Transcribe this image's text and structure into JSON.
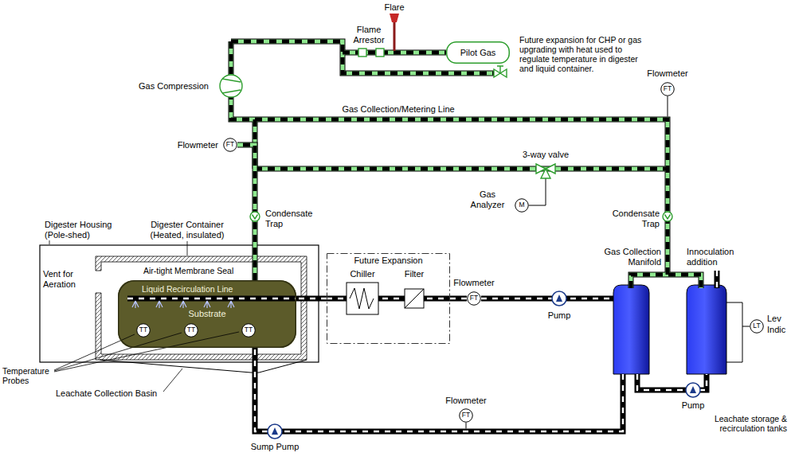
{
  "diagram": {
    "nodes": [
      {
        "text": [
          "Pilot Gas"
        ]
      },
      {
        "text": [
          "FT"
        ]
      },
      {
        "text": [
          "FT"
        ]
      },
      {
        "text": [
          "M"
        ]
      },
      {
        "text": [
          "Substrate"
        ]
      },
      {
        "text": [
          "TT"
        ],
        "in": 4
      },
      {
        "text": [
          "TT"
        ],
        "in": 4
      },
      {
        "text": [
          "TT"
        ],
        "in": 4
      },
      {
        "text": [
          "Future Expansion"
        ]
      },
      {
        "text": [
          "FT"
        ]
      },
      {
        "text": [
          "FT"
        ]
      },
      {
        "text": [
          "LT"
        ]
      }
    ],
    "edges": [
      {
        "from": 4,
        "to": 2,
        "arrow": "none"
      },
      {
        "from": 9,
        "to": 8,
        "arrow": "none"
      },
      {
        "from": 8,
        "to": 4,
        "arrow": "none"
      }
    ],
    "labels": [
      "Flare",
      "Flame Arrestor",
      "Future expansion for CHP or gas upgrading with heat used to regulate temperature in digester and liquid container.",
      "Flowmeter",
      "Gas Compression",
      "Gas Collection/Metering Line",
      "Flowmeter",
      "3-way valve",
      "Gas Analyzer",
      "Condensate Trap",
      "Condensate Trap",
      "Digester Housing (Pole-shed)",
      "Digester Container (Heated, insulated)",
      "Vent for Aeration",
      "Air-tight Membrane Seal",
      "Liquid Recirculation Line",
      "Chiller",
      "Filter",
      "Flowmeter",
      "Gas Collection Manifold",
      "Innoculation addition",
      "Pump",
      "Lev",
      "Indic",
      "Temperature Probes",
      "Leachate Collection Basin",
      "Flowmeter",
      "Sump Pump",
      "Pump",
      "Leachate storage & recirculation tanks"
    ]
  }
}
